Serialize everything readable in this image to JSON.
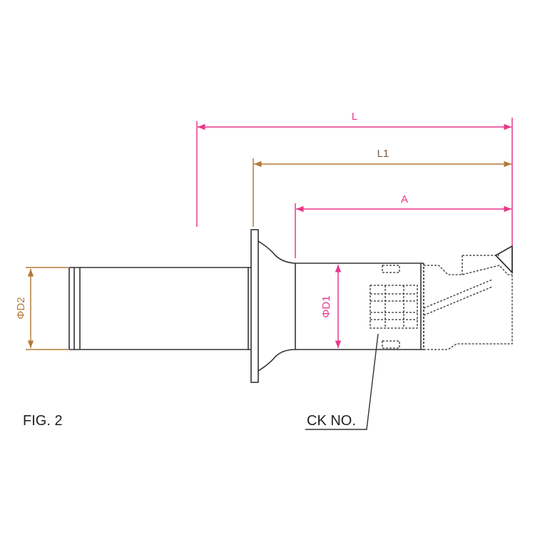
{
  "figure_label": "FIG. 2",
  "part_label": "CK NO.",
  "dimensions": {
    "L": "L",
    "L1": "L1",
    "A": "A",
    "D1": "ΦD1",
    "D2": "ΦD2"
  },
  "colors": {
    "outline": "#333333",
    "dim_magenta": "#e8388a",
    "dim_brown": "#b27a3a",
    "background": "#ffffff"
  }
}
